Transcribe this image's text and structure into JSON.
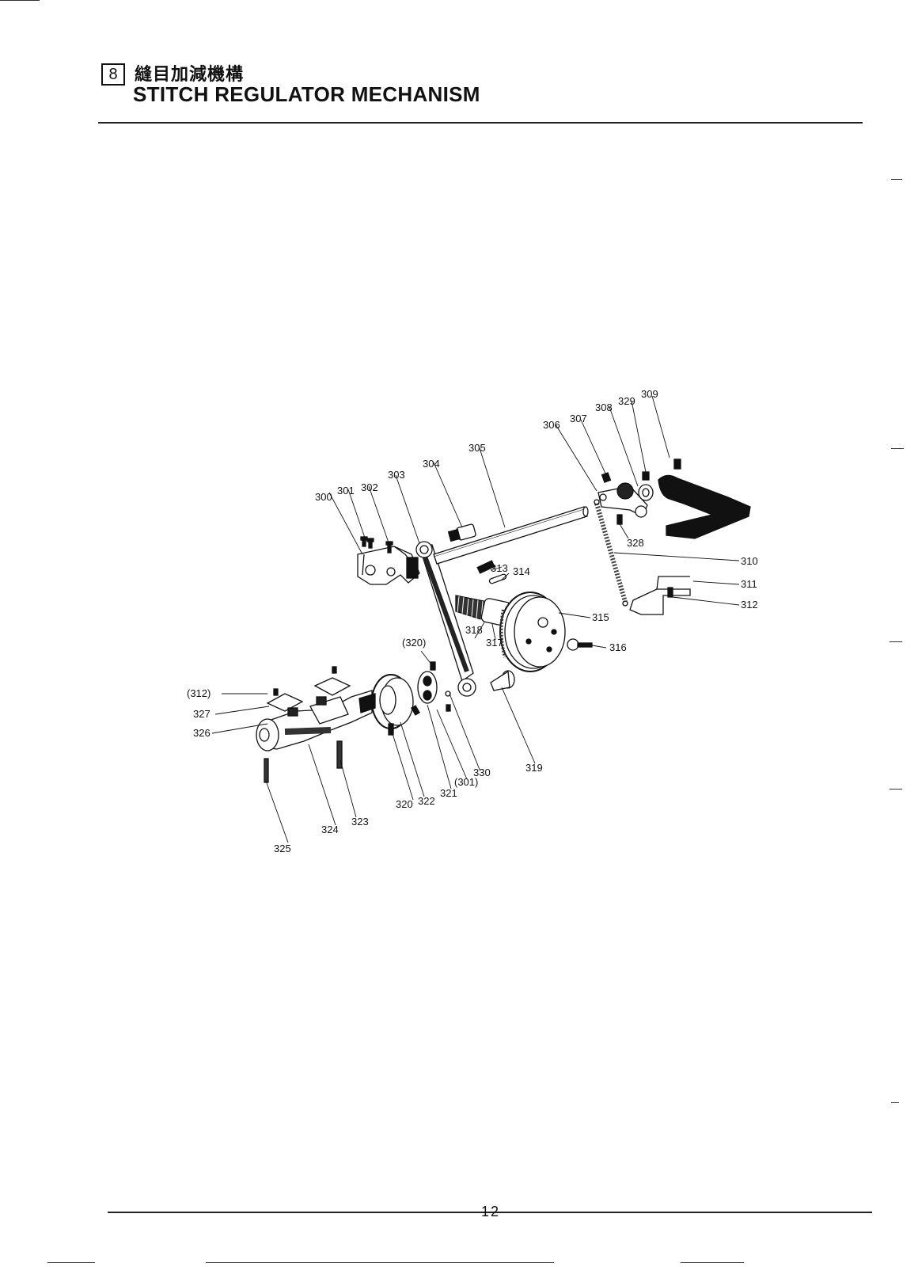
{
  "header": {
    "section_number": "8",
    "title_japanese": "縫目加減機構",
    "title_english": "STITCH REGULATOR MECHANISM"
  },
  "parts": [
    {
      "id": "300",
      "text": "300"
    },
    {
      "id": "301",
      "text": "301"
    },
    {
      "id": "302",
      "text": "302"
    },
    {
      "id": "303",
      "text": "303"
    },
    {
      "id": "304",
      "text": "304"
    },
    {
      "id": "305",
      "text": "305"
    },
    {
      "id": "306",
      "text": "306"
    },
    {
      "id": "307",
      "text": "307"
    },
    {
      "id": "308",
      "text": "308"
    },
    {
      "id": "329",
      "text": "329"
    },
    {
      "id": "309",
      "text": "309"
    },
    {
      "id": "328",
      "text": "328"
    },
    {
      "id": "310",
      "text": "310"
    },
    {
      "id": "311",
      "text": "311"
    },
    {
      "id": "312",
      "text": "312"
    },
    {
      "id": "313",
      "text": "313"
    },
    {
      "id": "314",
      "text": "314"
    },
    {
      "id": "315",
      "text": "315"
    },
    {
      "id": "316",
      "text": "316"
    },
    {
      "id": "317",
      "text": "317"
    },
    {
      "id": "318",
      "text": "318"
    },
    {
      "id": "320-ref",
      "text": "(320)"
    },
    {
      "id": "319",
      "text": "319"
    },
    {
      "id": "330",
      "text": "330"
    },
    {
      "id": "301-ref",
      "text": "(301)"
    },
    {
      "id": "321",
      "text": "321"
    },
    {
      "id": "322",
      "text": "322"
    },
    {
      "id": "320",
      "text": "320"
    },
    {
      "id": "312-ref",
      "text": "(312)"
    },
    {
      "id": "327",
      "text": "327"
    },
    {
      "id": "326",
      "text": "326"
    },
    {
      "id": "323",
      "text": "323"
    },
    {
      "id": "324",
      "text": "324"
    },
    {
      "id": "325",
      "text": "325"
    }
  ],
  "footer": {
    "page_number": "12"
  }
}
